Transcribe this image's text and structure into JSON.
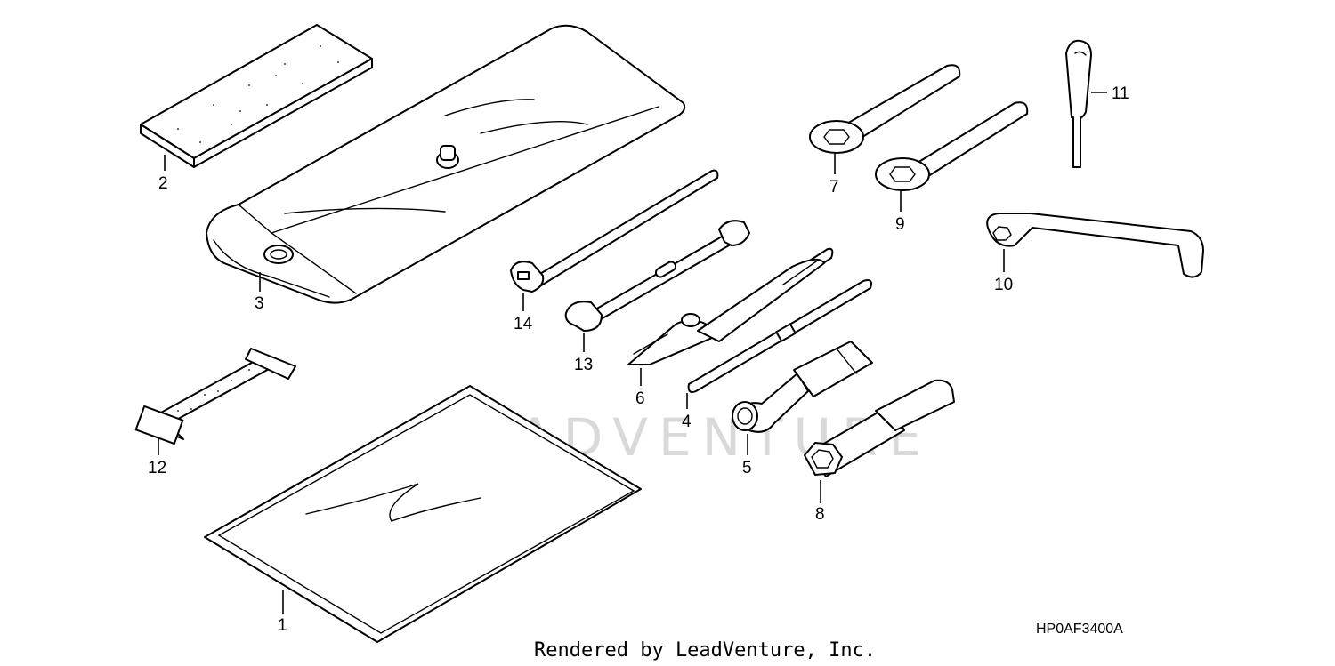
{
  "parts": [
    {
      "id": "1",
      "label": "1"
    },
    {
      "id": "2",
      "label": "2"
    },
    {
      "id": "3",
      "label": "3"
    },
    {
      "id": "4",
      "label": "4"
    },
    {
      "id": "5",
      "label": "5"
    },
    {
      "id": "6",
      "label": "6"
    },
    {
      "id": "7",
      "label": "7"
    },
    {
      "id": "8",
      "label": "8"
    },
    {
      "id": "9",
      "label": "9"
    },
    {
      "id": "10",
      "label": "10"
    },
    {
      "id": "11",
      "label": "11"
    },
    {
      "id": "12",
      "label": "12"
    },
    {
      "id": "13",
      "label": "13"
    },
    {
      "id": "14",
      "label": "14"
    }
  ],
  "diagram_code": "HP0AF3400A",
  "watermark": "LEADVENTURE",
  "footer": "Rendered by LeadVenture, Inc."
}
